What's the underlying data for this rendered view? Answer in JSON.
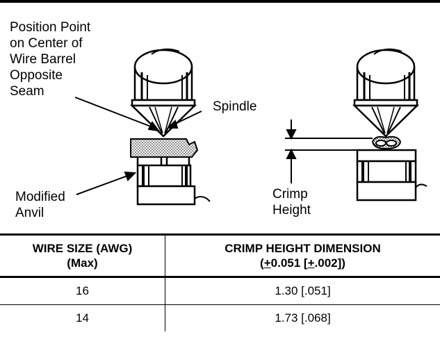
{
  "figure": {
    "label_position_point": "Position Point\non Center of\nWire Barrel\nOpposite\nSeam",
    "label_spindle": "Spindle",
    "label_modified_anvil": "Modified\nAnvil",
    "label_crimp_height": "Crimp\nHeight"
  },
  "table": {
    "col1_header_line1": "WIRE SIZE (AWG)",
    "col1_header_line2": "(Max)",
    "col2_header_line1": "CRIMP HEIGHT DIMENSION",
    "col2_header_line2_pre": "(",
    "col2_header_pm1": "+",
    "col2_header_val1": "0.051 [",
    "col2_header_pm2": "+",
    "col2_header_val2": ".002])",
    "rows": [
      {
        "wire_size": "16",
        "crimp_height": "1.30 [.051]"
      },
      {
        "wire_size": "14",
        "crimp_height": "1.73 [.068]"
      }
    ]
  }
}
